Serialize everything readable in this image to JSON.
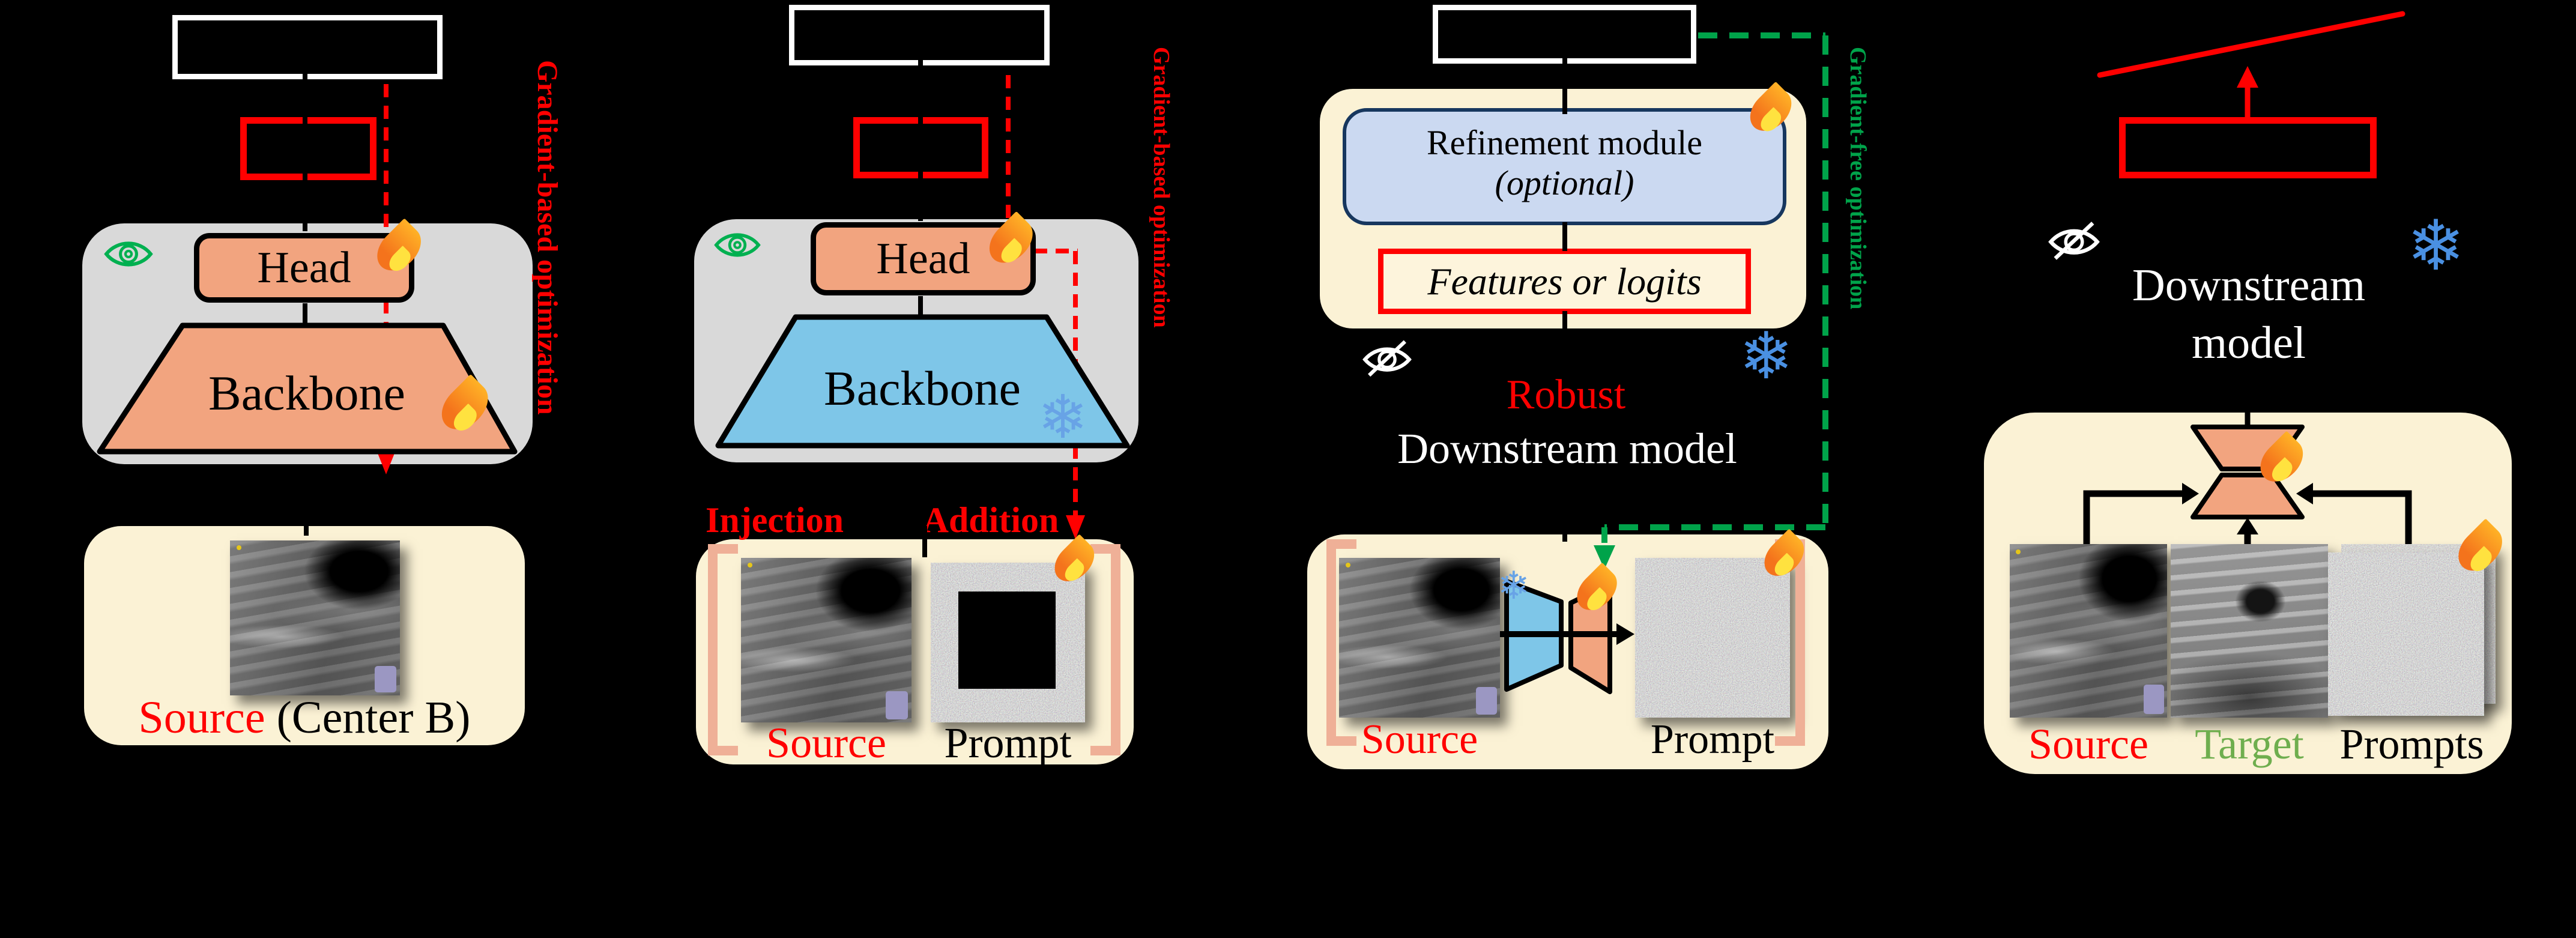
{
  "figure": {
    "description": "Four-panel diagram comparing model adaptation paradigms on ultrasound images",
    "colors": {
      "background": "#000000",
      "red_accent": "#FF0000",
      "green_accent": "#00A34A",
      "eye_green": "#00B050",
      "target_green": "#6FAE4E",
      "cream_panel": "#FBF2D5",
      "gray_panel": "#D9D9D9",
      "salmon_block": "#F2A47F",
      "sky_block": "#7EC6E8",
      "refine_fill": "#CBD9F1",
      "refine_border": "#17375E",
      "bracket_peach": "#EFB097",
      "snowflake_blue": "#4A90E2",
      "snowflake_light": "#68A3E6"
    }
  },
  "panels": [
    {
      "head_label": "Head",
      "backbone_label": "Backbone",
      "side_note": "Gradient-based optimization",
      "caption_primary": "Source",
      "caption_secondary": " (Center B)",
      "icons": [
        "eye-open-icon",
        "fire-icon-head",
        "fire-icon-backbone"
      ]
    },
    {
      "head_label": "Head",
      "backbone_label": "Backbone",
      "side_note": "Gradient-based optimization",
      "injection_label": "Injection",
      "addition_label": "Addition",
      "source_label": "Source",
      "prompt_label": "Prompt",
      "icons": [
        "eye-open-icon",
        "fire-icon-head",
        "snowflake-icon-backbone",
        "fire-icon-prompt"
      ]
    },
    {
      "refinement_line1": "Refinement module",
      "refinement_line2": "(optional)",
      "features_label": "Features or logits",
      "robust_label": "Robust",
      "model_label": "Downstream model",
      "side_note": "Gradient-free optimization",
      "source_label": "Source",
      "prompt_label": "Prompt",
      "icons": [
        "eye-slash-icon",
        "snowflake-icon-model",
        "fire-icon-refinement",
        "snowflake-icon-encoder",
        "fire-icon-decoder",
        "fire-icon-prompt"
      ]
    },
    {
      "model_line1": "Downstream",
      "model_line2": "model",
      "source_label": "Source",
      "target_label": "Target",
      "prompts_label": "Prompts",
      "icons": [
        "eye-slash-icon",
        "snowflake-icon-model",
        "fire-icon-adapter",
        "fire-icon-prompts"
      ]
    }
  ]
}
